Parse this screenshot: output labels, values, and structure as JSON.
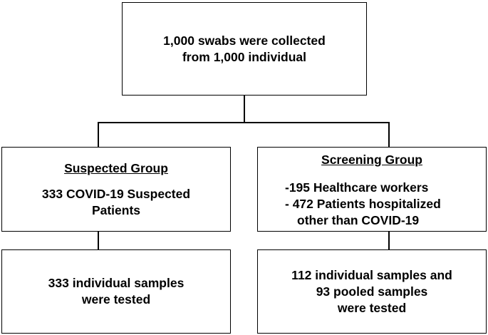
{
  "top_box": {
    "line1": "1,000 swabs were collected",
    "line2": "from 1,000 individual"
  },
  "suspected": {
    "heading": "Suspected Group",
    "line1": "333 COVID-19 Suspected",
    "line2": "Patients"
  },
  "screening": {
    "heading": "Screening Group",
    "line1": "-195 Healthcare workers",
    "line2": "- 472 Patients hospitalized",
    "line3": "other than COVID-19"
  },
  "suspected_result": {
    "line1": "333 individual samples",
    "line2": "were tested"
  },
  "screening_result": {
    "line1": "112 individual samples and",
    "line2": "93 pooled samples",
    "line3": "were tested"
  }
}
